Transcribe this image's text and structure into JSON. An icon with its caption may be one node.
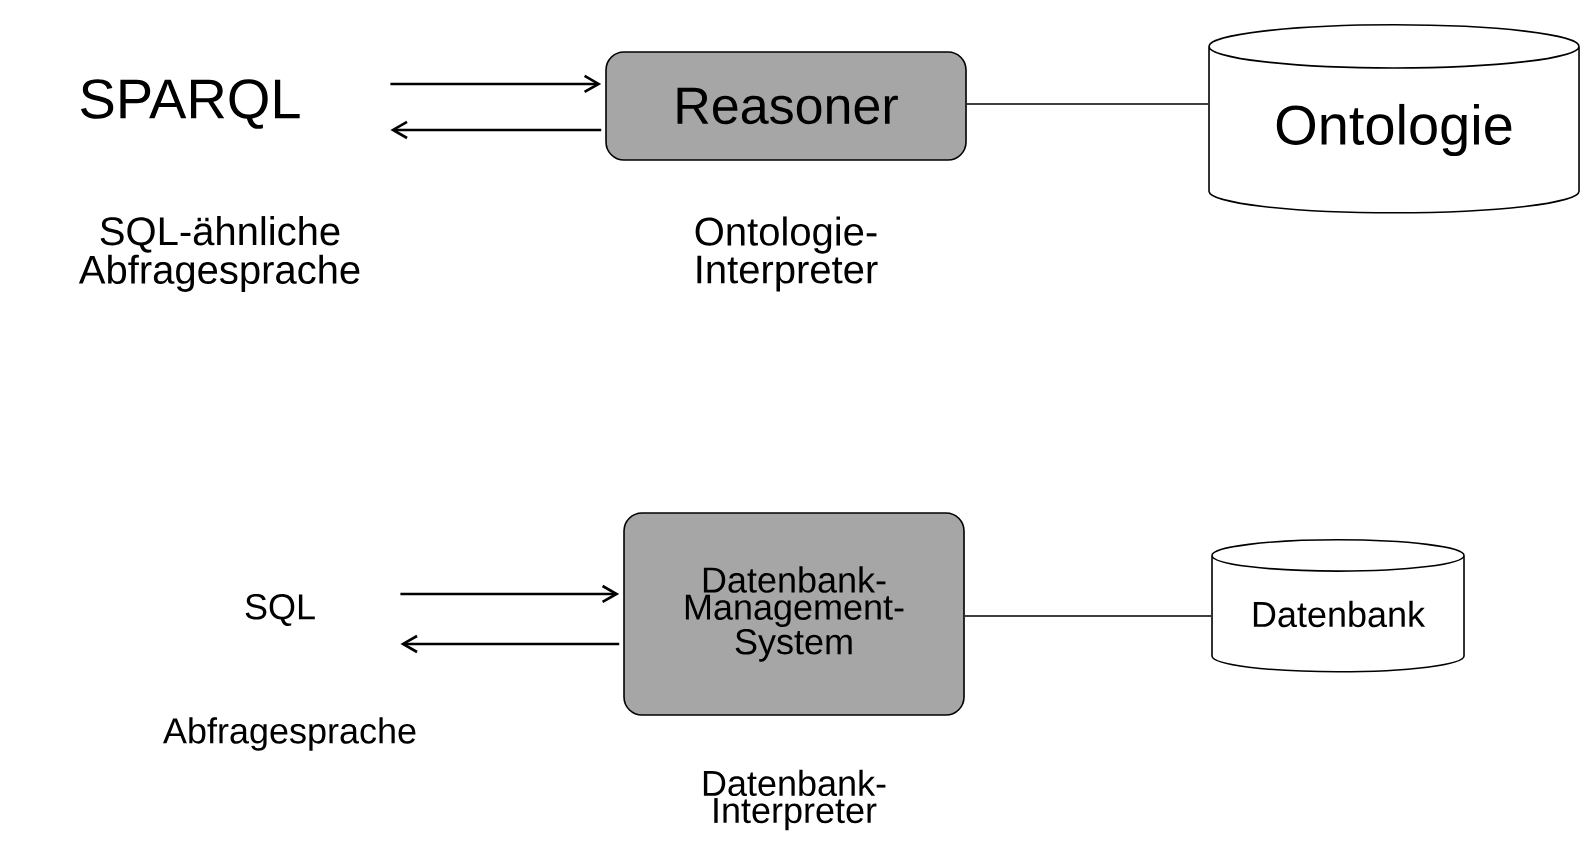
{
  "diagram": {
    "nodes": [
      {
        "text": [
          "SPARQL"
        ],
        "beside": [
          "SQL-ähnliche Abfragesprache"
        ]
      },
      {
        "text": [
          "Reasoner"
        ],
        "beside": [
          "Ontologie-Interpreter"
        ]
      },
      {
        "text": [
          "Ontologie"
        ]
      },
      {
        "text": [
          "SQL"
        ],
        "beside": [
          "Abfragesprache"
        ]
      },
      {
        "text": [
          "Datenbank-Management-System"
        ],
        "beside": [
          "Datenbank-Interpreter"
        ]
      },
      {
        "text": [
          "Datenbank"
        ]
      }
    ],
    "edges": [
      {
        "from": 0,
        "to": 1,
        "arrow": "to"
      },
      {
        "from": 1,
        "to": 0,
        "arrow": "to"
      },
      {
        "from": 1,
        "to": 2,
        "arrow": "none"
      },
      {
        "from": 3,
        "to": 4,
        "arrow": "to"
      },
      {
        "from": 4,
        "to": 3,
        "arrow": "to"
      },
      {
        "from": 4,
        "to": 5,
        "arrow": "none"
      }
    ]
  }
}
